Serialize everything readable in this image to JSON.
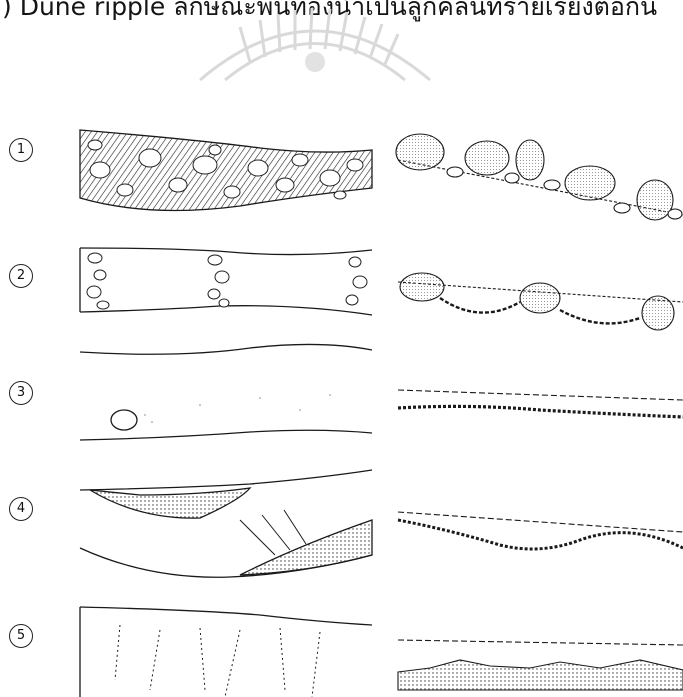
{
  "caption": ") Dune ripple ลักษณะพื้นท้องน้ำเป็นลูกคลื่นทรายเรียงต่อกัน",
  "rows": [
    {
      "number": "1",
      "plan": "boulder cluster bed in channel",
      "profile": "large boulders stepping down"
    },
    {
      "number": "2",
      "plan": "transverse boulder ribs",
      "profile": "boulders with cobble chains"
    },
    {
      "number": "3",
      "plan": "single boulder in smooth channel",
      "profile": "cobble chain along bed"
    },
    {
      "number": "4",
      "plan": "sediment bars on channel bends",
      "profile": "undulating cobble bed"
    },
    {
      "number": "5",
      "plan": "streaky sand bed",
      "profile": "low dune ripples"
    }
  ],
  "colors": {
    "ink": "#1a1a1a",
    "shade": "#c8c8c8",
    "watermark": "#d9d9d9"
  }
}
